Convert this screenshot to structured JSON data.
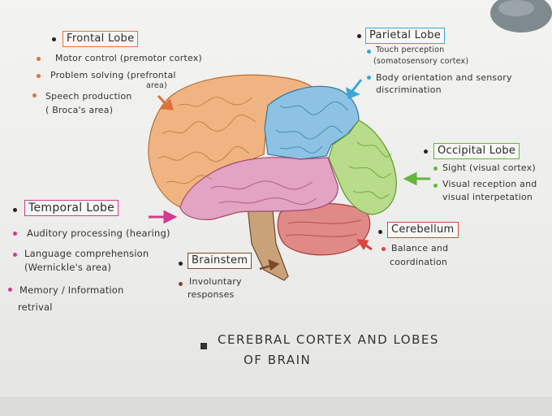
{
  "title": {
    "line1": "CEREBRAL CORTEX AND LOBES",
    "line2": "OF BRAIN"
  },
  "lobes": {
    "frontal": {
      "name": "Frontal Lobe",
      "color": "#e2703a",
      "points": [
        "Motor control (premotor cortex)",
        "Problem solving (prefrontal",
        "area)",
        "Speech production",
        "( Broca's area)"
      ]
    },
    "parietal": {
      "name": "Parietal Lobe",
      "color": "#3aa7d8",
      "points": [
        "Touch perception",
        "(somatosensory cortex)",
        "Body orientation and sensory",
        "discrimination"
      ]
    },
    "occipital": {
      "name": "Occipital Lobe",
      "color": "#63b53b",
      "points": [
        "Sight (visual cortex)",
        "Visual reception and",
        "visual interpetation"
      ]
    },
    "temporal": {
      "name": "Temporal Lobe",
      "color": "#d23b8e",
      "points": [
        "Auditory processing (hearing)",
        "Language comprehension",
        "(Wernickle's area)",
        "Memory / Information",
        "retrival"
      ]
    },
    "cerebellum": {
      "name": "Cerebellum",
      "color": "#d8463c",
      "points": [
        "Balance and",
        "coordination"
      ]
    },
    "brainstem": {
      "name": "Brainstem",
      "color": "#7a4a2a",
      "points": [
        "Involuntary",
        "responses"
      ]
    }
  }
}
